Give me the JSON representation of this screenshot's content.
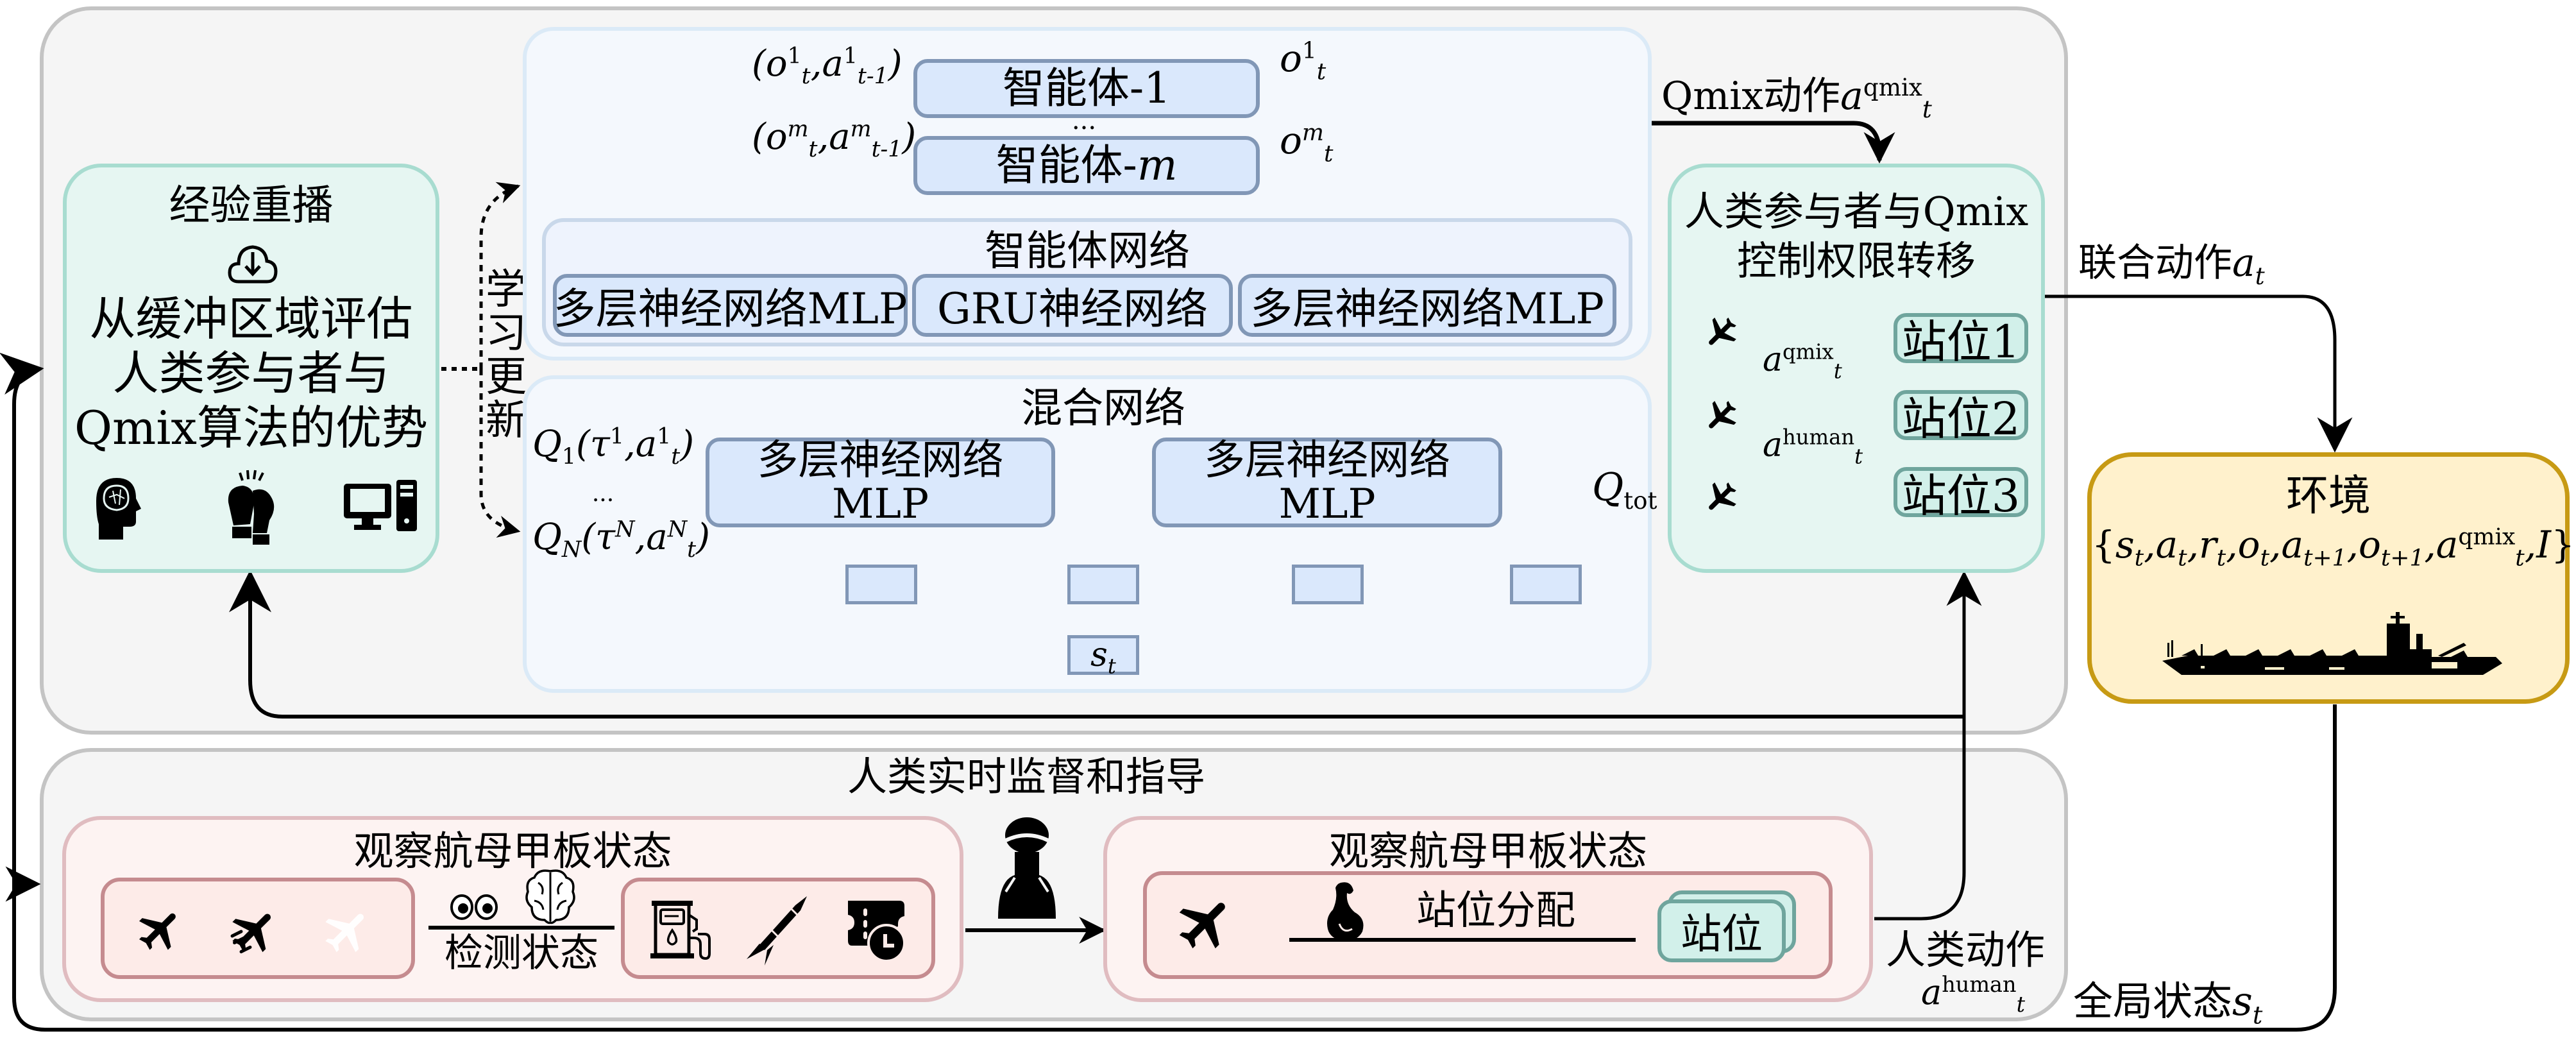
{
  "experience_replay": {
    "title": "经验重播",
    "body_lines": [
      "从缓冲区域评估",
      "人类参与者与",
      "Qmix算法的优势"
    ],
    "icons": [
      "cloud-download-icon",
      "human-brain-icon",
      "boxing-gloves-icon",
      "desktop-computer-icon"
    ]
  },
  "learning_update_label": [
    "学",
    "习",
    "更",
    "新"
  ],
  "agent_panel": {
    "agent1_input": {
      "base": "o",
      "sup": "1",
      "sub": "t",
      "base2": "a",
      "sup2": "1",
      "sub2": "t-1"
    },
    "agentm_input": {
      "base": "o",
      "sup": "m",
      "sub": "t",
      "base2": "a",
      "sup2": "m",
      "sub2": "t-1"
    },
    "agent1_label": "智能体-1",
    "agentm_label_prefix": "智能体-",
    "agentm_label_var": "m",
    "ellipsis": "...",
    "agent1_output": {
      "base": "o",
      "sup": "1",
      "sub": "t"
    },
    "agentm_output": {
      "base": "o",
      "sup": "m",
      "sub": "t"
    },
    "network_title": "智能体网络",
    "network_items": [
      "多层神经网络MLP",
      "GRU神经网络",
      "多层神经网络MLP"
    ]
  },
  "mixing_panel": {
    "title": "混合网络",
    "input_top": {
      "Q": "Q",
      "Qsub": "1",
      "tau": "τ",
      "tausup": "1",
      "a": "a",
      "asup": "1",
      "asub": "t"
    },
    "input_bottom": {
      "Q": "Q",
      "Qsub": "N",
      "tau": "τ",
      "tausup": "N",
      "a": "a",
      "asup": "N",
      "asub": "t"
    },
    "ellipsis": "...",
    "mlp_blocks": [
      {
        "line1": "多层神经网络",
        "line2": "MLP"
      },
      {
        "line1": "多层神经网络",
        "line2": "MLP"
      }
    ],
    "output": {
      "base": "Q",
      "sub": "tot"
    },
    "state": {
      "base": "s",
      "sub": "t"
    }
  },
  "qmix_action_label": {
    "text": "Qmix动作",
    "base": "a",
    "sup": "qmix",
    "sub": "t"
  },
  "control_transfer": {
    "title_lines": [
      "人类参与者与Qmix",
      "控制权限转移"
    ],
    "stations": [
      "站位1",
      "站位2",
      "站位3"
    ],
    "qmix_arrow_label": {
      "base": "a",
      "sup": "qmix",
      "sub": "t"
    },
    "human_arrow_label": {
      "base": "a",
      "sup": "human",
      "sub": "t"
    },
    "colors": {
      "teal_arrow": "#6fa8a0",
      "human_arrow": "#3b5a2a",
      "conflict": "#e3191c"
    }
  },
  "joint_action_label": {
    "text": "联合动作",
    "base": "a",
    "sub": "t"
  },
  "environment": {
    "title": "环境",
    "tuple": {
      "open": "{",
      "items": [
        {
          "base": "s",
          "sub": "t"
        },
        {
          "base": "a",
          "sub": "t"
        },
        {
          "base": "r",
          "sub": "t"
        },
        {
          "base": "o",
          "sub": "t"
        },
        {
          "base": "a",
          "sub": "t+1"
        },
        {
          "base": "o",
          "sub": "t+1"
        },
        {
          "base": "a",
          "sub": "t",
          "sup": "qmix"
        },
        {
          "base": "I"
        }
      ],
      "close": "}"
    },
    "image": "aircraft-carrier-icon"
  },
  "human_supervision": {
    "title": "人类实时监督和指导",
    "left_box": {
      "title": "观察航母甲板状态",
      "aircraft_icons": [
        "airplane-icon",
        "airplane-damaged-icon",
        "airplane-faded-icon"
      ],
      "detect_label": "检测状态",
      "detect_icons": [
        "eyes-icon",
        "brain-icon"
      ],
      "resource_icons": [
        "fuel-pump-icon",
        "missile-icon",
        "ticket-clock-icon"
      ]
    },
    "operator_icon": "pilot-officer-icon",
    "right_box": {
      "title": "观察航母甲板状态",
      "assign_label": "站位分配",
      "station_label": "站位",
      "icons": [
        "airplane-icon",
        "muscle-arm-icon"
      ]
    },
    "human_action_label": {
      "text": "人类动作",
      "base": "a",
      "sup": "human",
      "sub": "t"
    }
  },
  "global_state_label": {
    "text": "全局状态",
    "base": "s",
    "sub": "t"
  }
}
